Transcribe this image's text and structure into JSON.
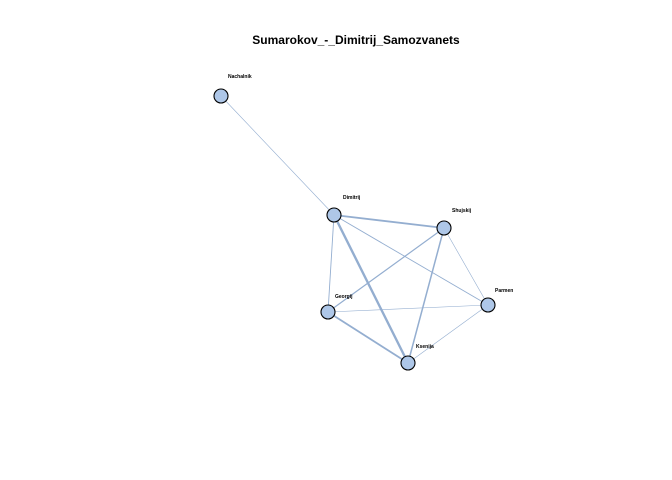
{
  "title": "Sumarokov_-_Dimitrij_Samozvanets",
  "colors": {
    "node_fill": "#aec7e8",
    "node_stroke": "#000000",
    "edge": "#94aed0",
    "background": "#ffffff"
  },
  "nodes": [
    {
      "id": "nachalnik",
      "label": "Nachalnik"
    },
    {
      "id": "dimitrij",
      "label": "Dimitrij"
    },
    {
      "id": "shujskij",
      "label": "Shujskij"
    },
    {
      "id": "parmen",
      "label": "Parmen"
    },
    {
      "id": "georgij",
      "label": "Georgij"
    },
    {
      "id": "ksenija",
      "label": "Ksenija"
    }
  ],
  "edges": [
    {
      "source": "nachalnik",
      "target": "dimitrij",
      "weight": 1
    },
    {
      "source": "dimitrij",
      "target": "shujskij",
      "weight": 3
    },
    {
      "source": "dimitrij",
      "target": "parmen",
      "weight": 1.5
    },
    {
      "source": "dimitrij",
      "target": "georgij",
      "weight": 1.5
    },
    {
      "source": "dimitrij",
      "target": "ksenija",
      "weight": 4
    },
    {
      "source": "shujskij",
      "target": "georgij",
      "weight": 2
    },
    {
      "source": "shujskij",
      "target": "ksenija",
      "weight": 2.5
    },
    {
      "source": "shujskij",
      "target": "parmen",
      "weight": 1
    },
    {
      "source": "georgij",
      "target": "ksenija",
      "weight": 3
    },
    {
      "source": "georgij",
      "target": "parmen",
      "weight": 1
    },
    {
      "source": "ksenija",
      "target": "parmen",
      "weight": 1
    }
  ]
}
